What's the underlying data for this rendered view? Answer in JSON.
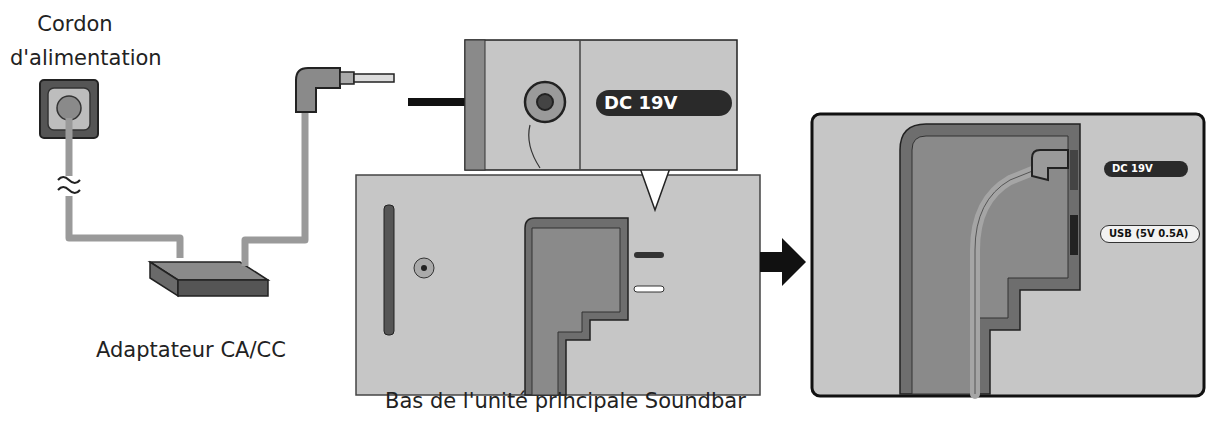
{
  "diagram": {
    "labels": [
      "Cordon d'alimentation",
      "Adaptateur CA/CC",
      "Bas de l'unité principale Soundbar",
      "DC 19V",
      "DC 19V",
      "USB (5V 0.5A)"
    ]
  }
}
